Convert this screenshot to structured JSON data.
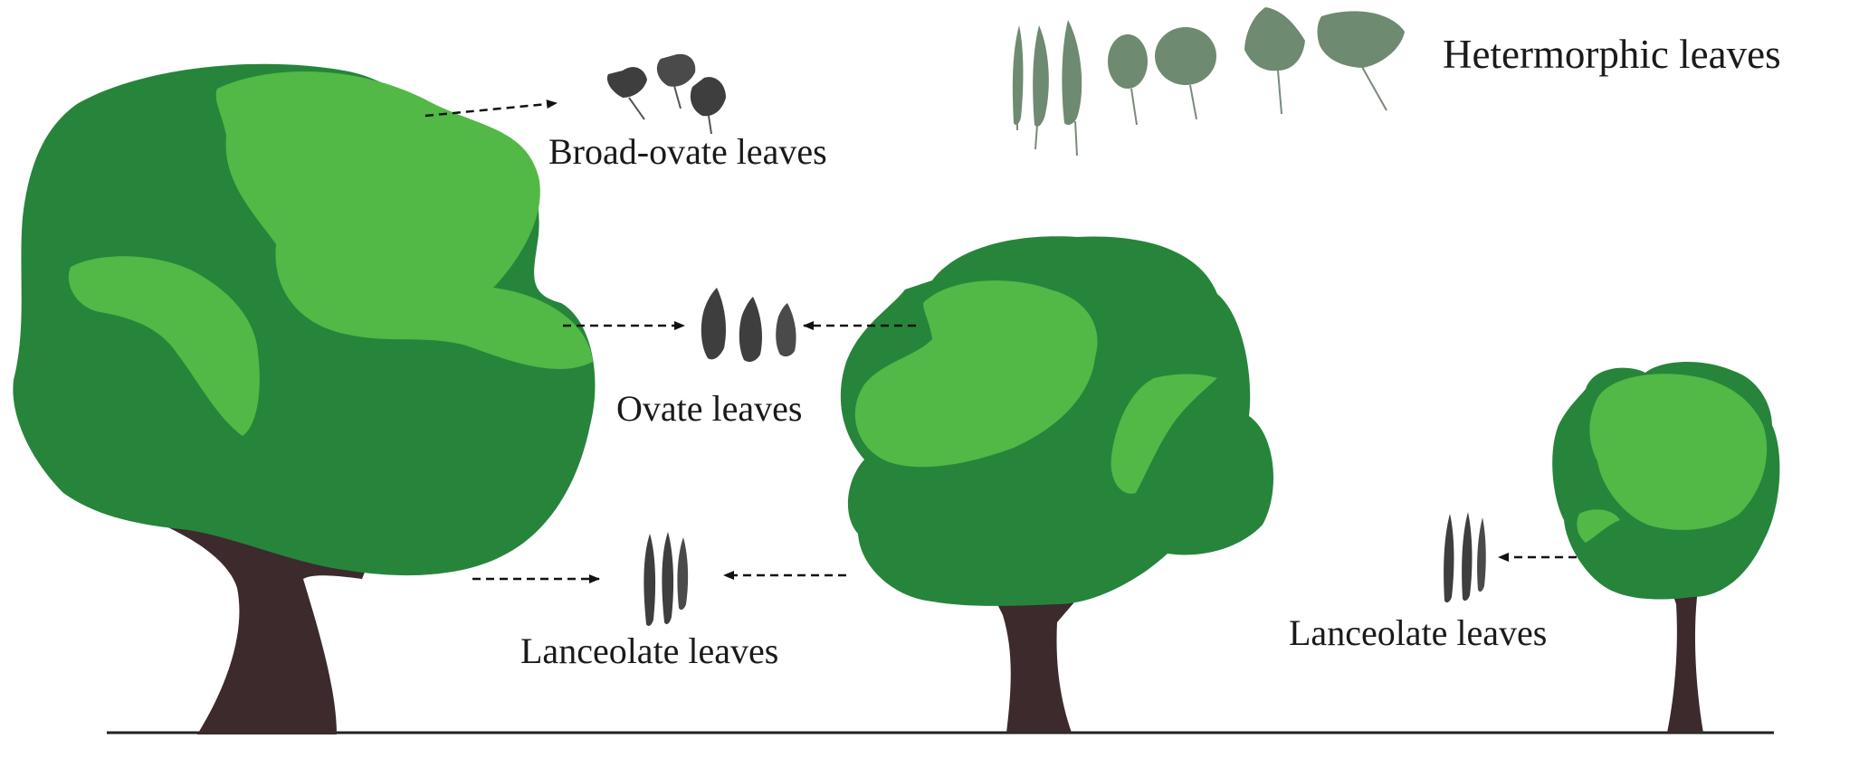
{
  "figure": {
    "title": "Hetermorphic leaves",
    "labels": {
      "broad_ovate": "Broad-ovate leaves",
      "ovate": "Ovate leaves",
      "lanceolate_middle": "Lanceolate leaves",
      "lanceolate_small": "Lanceolate leaves"
    }
  },
  "colors": {
    "canopy_dark": "#26853a",
    "canopy_light": "#52b846",
    "trunk": "#3c2a2c",
    "leaf_dark": "#3e3e3e",
    "leaf_green": "#6e8a70",
    "ground": "#222222",
    "arrow": "#111111"
  }
}
